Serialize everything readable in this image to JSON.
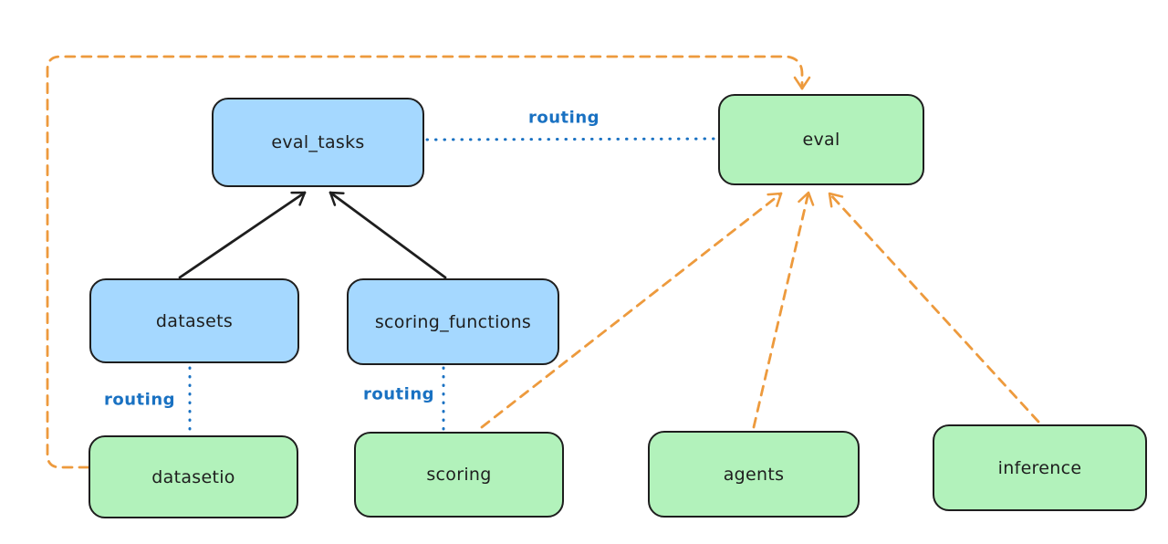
{
  "nodes": {
    "eval_tasks": {
      "label": "eval_tasks",
      "fill": "#a5d8ff"
    },
    "eval": {
      "label": "eval",
      "fill": "#b2f2bb"
    },
    "datasets": {
      "label": "datasets",
      "fill": "#a5d8ff"
    },
    "scoring_functions": {
      "label": "scoring_functions",
      "fill": "#a5d8ff"
    },
    "datasetio": {
      "label": "datasetio",
      "fill": "#b2f2bb"
    },
    "scoring": {
      "label": "scoring",
      "fill": "#b2f2bb"
    },
    "agents": {
      "label": "agents",
      "fill": "#b2f2bb"
    },
    "inference": {
      "label": "inference",
      "fill": "#b2f2bb"
    }
  },
  "edge_labels": {
    "eval_tasks_to_eval": "routing",
    "datasets_to_datasetio": "routing",
    "scoring_functions_to_scoring": "routing"
  },
  "colors": {
    "node_stroke": "#1e1e1e",
    "blue_node_fill": "#a5d8ff",
    "green_node_fill": "#b2f2bb",
    "routing_blue": "#1971c2",
    "dependency_orange": "#ed9a3d",
    "background": "#ffffff"
  }
}
